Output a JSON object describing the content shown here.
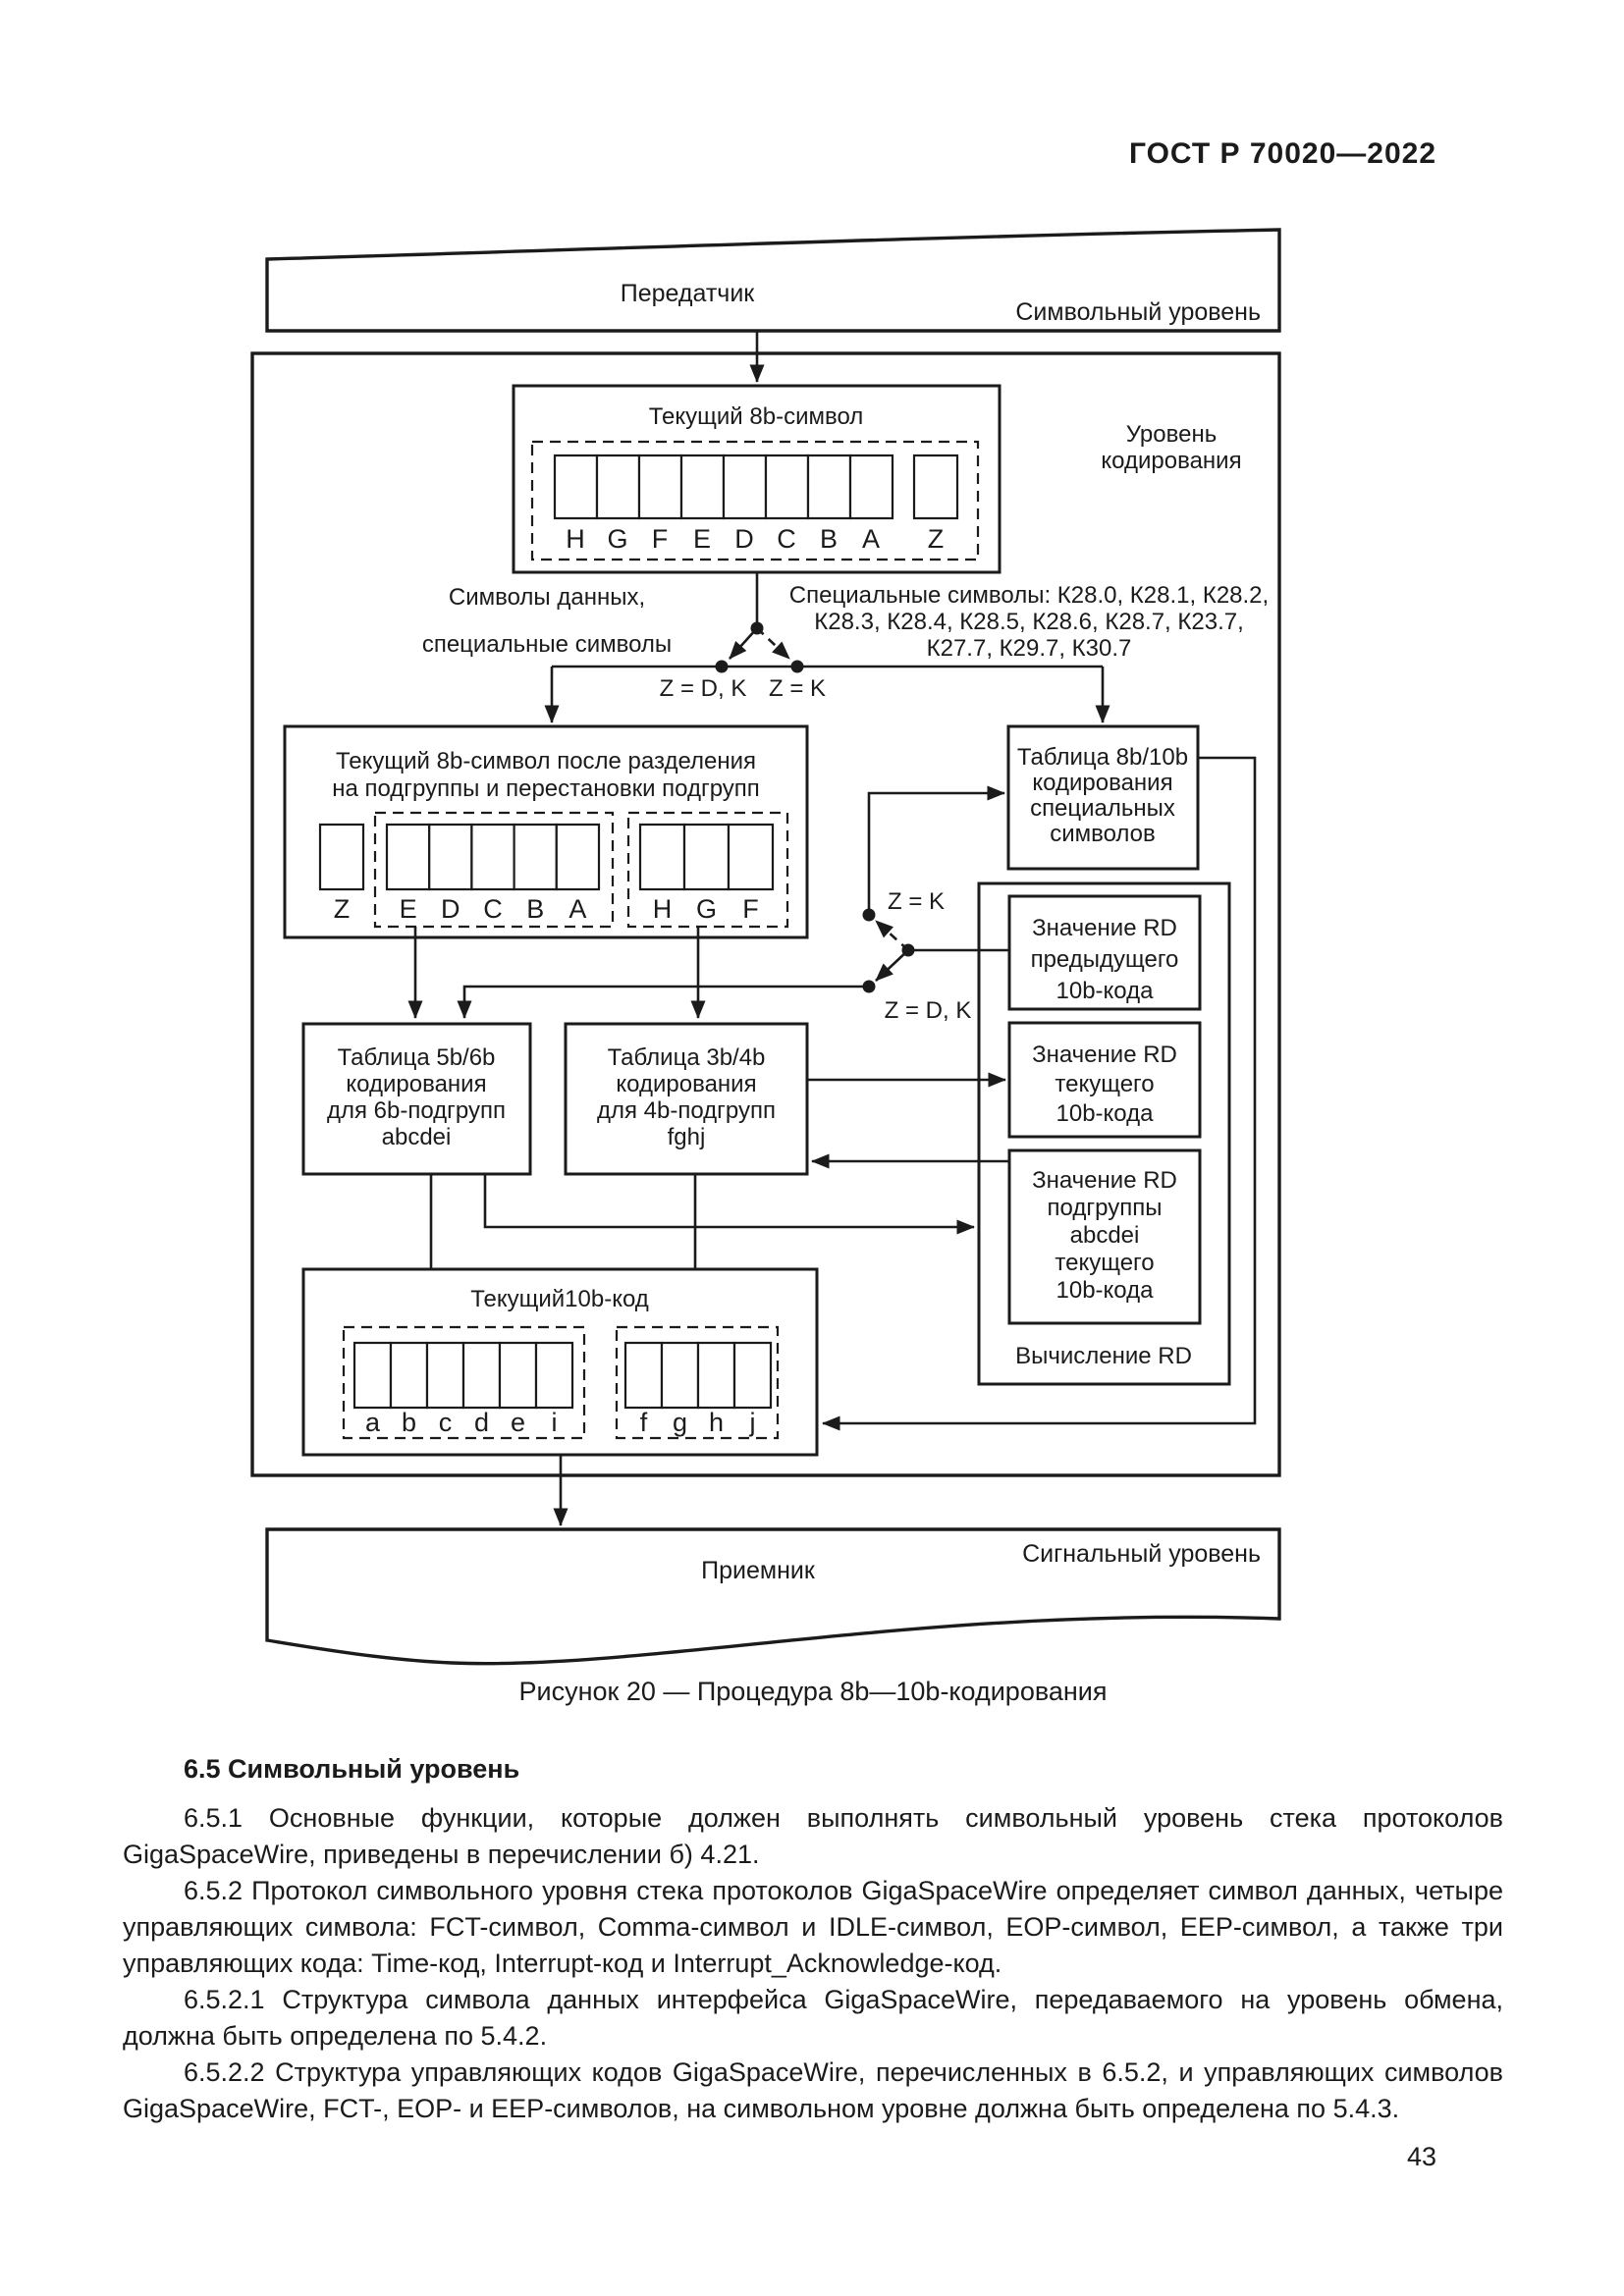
{
  "page": {
    "header": "ГОСТ Р 70020—2022",
    "page_number": "43"
  },
  "figure": {
    "caption": "Рисунок 20 — Процедура 8b—10b-кодирования",
    "transmitter": {
      "title": "Передатчик",
      "level": "Символьный уровень"
    },
    "receiver": {
      "title": "Приемник",
      "level": "Сигнальный уровень"
    },
    "coding_level": {
      "line1": "Уровень",
      "line2": "кодирования"
    },
    "current_8b": {
      "title": "Текущий 8b-символ",
      "bits": [
        "H",
        "G",
        "F",
        "E",
        "D",
        "C",
        "B",
        "A"
      ],
      "z": "Z"
    },
    "data_symbols_label": {
      "line1": "Символы данных,",
      "line2": "специальные символы"
    },
    "special_symbols_label": {
      "line1": "Специальные символы: К28.0, К28.1, К28.2,",
      "line2": "К28.3, К28.4, К28.5, К28.6, К28.7, К23.7,",
      "line3": "К27.7, К29.7, К30.7"
    },
    "branch": {
      "left": "Z = D, K",
      "right": "Z = K"
    },
    "split_8b": {
      "title1": "Текущий 8b-символ после разделения",
      "title2": "на подгруппы и перестановки подгрупп",
      "z": "Z",
      "group1": [
        "E",
        "D",
        "C",
        "B",
        "A"
      ],
      "group2": [
        "H",
        "G",
        "F"
      ]
    },
    "table_8b10b": {
      "l1": "Таблица 8b/10b",
      "l2": "кодирования",
      "l3": "специальных",
      "l4": "символов"
    },
    "table_5b6b": {
      "l1": "Таблица 5b/6b",
      "l2": "кодирования",
      "l3": "для 6b-подгрупп",
      "l4": "abcdei"
    },
    "table_3b4b": {
      "l1": "Таблица 3b/4b",
      "l2": "кодирования",
      "l3": "для 4b-подгрупп",
      "l4": "fghj"
    },
    "rd_block": {
      "label": "Вычисление RD",
      "rd_prev": {
        "l1": "Значение RD",
        "l2": "предыдущего",
        "l3": "10b-кода"
      },
      "rd_cur": {
        "l1": "Значение RD",
        "l2": "текущего",
        "l3": "10b-кода"
      },
      "rd_sub": {
        "l1": "Значение RD",
        "l2": "подгруппы",
        "l3": "abcdei",
        "l4": "текущего",
        "l5": "10b-кода"
      }
    },
    "branch2": {
      "top": "Z = K",
      "bottom": "Z = D, K"
    },
    "current_10b": {
      "title": "Текущий10b-код",
      "group1": [
        "a",
        "b",
        "c",
        "d",
        "e",
        "i"
      ],
      "group2": [
        "f",
        "g",
        "h",
        "j"
      ]
    }
  },
  "section": {
    "heading": "6.5 Символьный уровень",
    "p1": "6.5.1 Основные функции, которые должен выполнять символьный уровень стека протоколов GigaSpaceWire, приведены в перечислении б) 4.21.",
    "p2": "6.5.2 Протокол символьного уровня стека протоколов GigaSpaceWire определяет символ данных, четыре управляющих символа: FCT-символ, Comma-символ и IDLE-символ, EOP-символ, EEP-символ, а также три управляющих кода: Time-код, Interrupt-код и Interrupt_Acknowledge-код.",
    "p3": "6.5.2.1 Структура символа данных интерфейса GigaSpaceWire, передаваемого на уровень обмена, должна быть определена по 5.4.2.",
    "p4": "6.5.2.2 Структура управляющих кодов GigaSpaceWire, перечисленных в 6.5.2, и управляющих символов GigaSpaceWire, FCT-, EOP- и EEP-символов, на символьном уровне должна быть определена по 5.4.3."
  }
}
